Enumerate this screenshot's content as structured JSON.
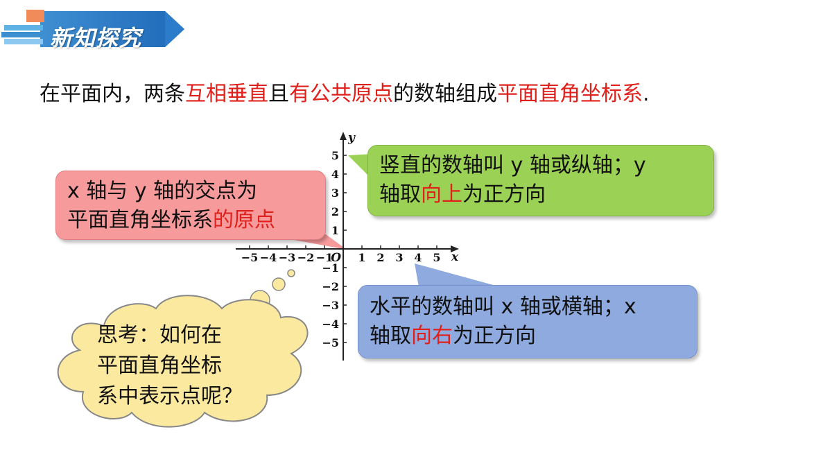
{
  "header": {
    "title": "新知探究"
  },
  "intro": {
    "parts": [
      {
        "text": "在平面内，两条",
        "red": false
      },
      {
        "text": "互相垂直",
        "red": true
      },
      {
        "text": "且",
        "red": false
      },
      {
        "text": "有公共原点",
        "red": true
      },
      {
        "text": "的数轴组成",
        "red": false
      },
      {
        "text": "平面直角坐标系",
        "red": true
      },
      {
        "text": ".",
        "red": false
      }
    ]
  },
  "callouts": {
    "origin": {
      "line1": "x 轴与 y 轴的交点为",
      "line2_normal": "平面直角坐标系",
      "line2_red": "的原点"
    },
    "y_axis": {
      "line1": "竖直的数轴叫 y 轴或纵轴；y",
      "line2_a": "轴取",
      "line2_red": "向上",
      "line2_b": "为正方向"
    },
    "x_axis": {
      "line1": "水平的数轴叫 x 轴或横轴；x",
      "line2_a": "轴取",
      "line2_red": "向右",
      "line2_b": "为正方向"
    }
  },
  "thought": {
    "line1": "思考：如何在",
    "line2": "平面直角坐标",
    "line3": "系中表示点呢？"
  },
  "plane": {
    "x_label": "x",
    "y_label": "y",
    "origin_label": "O",
    "x_ticks": [
      "−5",
      "−4",
      "−3",
      "−2",
      "−1",
      "1",
      "2",
      "3",
      "4",
      "5"
    ],
    "x_tick_values": [
      -5,
      -4,
      -3,
      -2,
      -1,
      1,
      2,
      3,
      4,
      5
    ],
    "y_ticks": [
      "5",
      "4",
      "3",
      "2",
      "1",
      "−1",
      "−2",
      "−3",
      "−4",
      "−5"
    ],
    "y_tick_values": [
      5,
      4,
      3,
      2,
      1,
      -1,
      -2,
      -3,
      -4,
      -5
    ]
  },
  "colors": {
    "accent_red": "#e0201b",
    "pink_box": "#f69a9c",
    "green_box": "#9bd155",
    "blue_box": "#8faadf",
    "cloud": "#fbe9a0"
  }
}
